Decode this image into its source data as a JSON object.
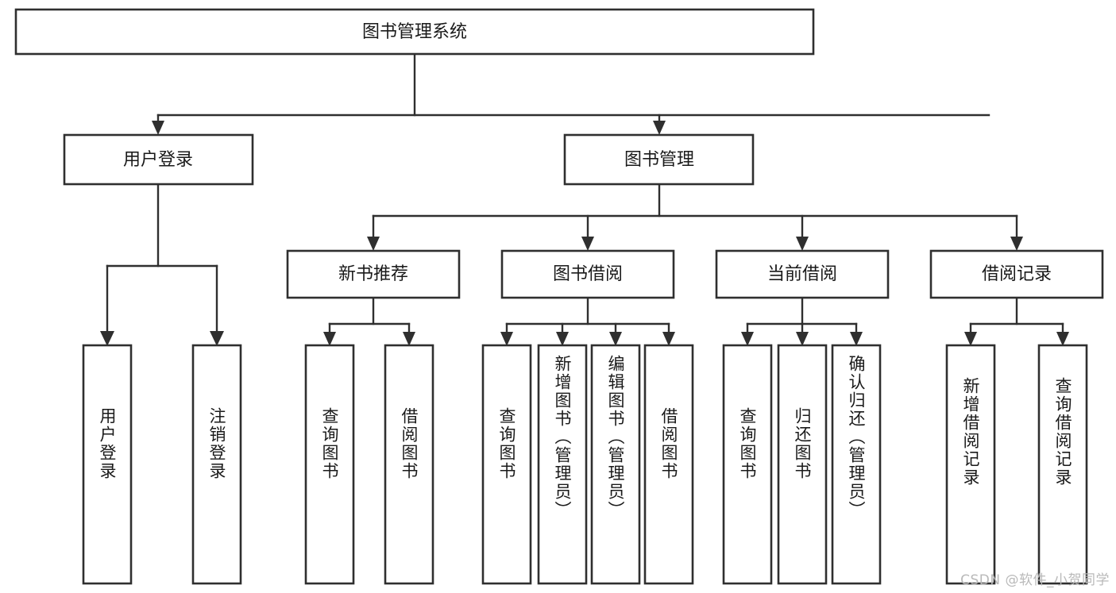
{
  "diagram": {
    "title": "图书管理系统",
    "type": "tree-hierarchy",
    "watermark": "CSDN @软件_小贺同学",
    "colors": {
      "box_stroke": "#2f2f2f",
      "box_fill": "#ffffff",
      "text": "#1a1a1a",
      "line": "#2f2f2f",
      "watermark": "#b9b9b9",
      "background": "#ffffff"
    },
    "root": {
      "label": "图书管理系统"
    },
    "level2": [
      {
        "label": "用户登录"
      },
      {
        "label": "图书管理"
      }
    ],
    "level3": [
      {
        "label": "新书推荐"
      },
      {
        "label": "图书借阅"
      },
      {
        "label": "当前借阅"
      },
      {
        "label": "借阅记录"
      }
    ],
    "leaves": {
      "user_login": [
        {
          "label": "用户登录"
        },
        {
          "label": "注销登录"
        }
      ],
      "new_book_recommend": [
        {
          "label": "查询图书"
        },
        {
          "label": "借阅图书"
        }
      ],
      "book_borrow": [
        {
          "label": "查询图书"
        },
        {
          "label": "新增图书（管理员）"
        },
        {
          "label": "编辑图书（管理员）"
        },
        {
          "label": "借阅图书"
        }
      ],
      "current_borrow": [
        {
          "label": "查询图书"
        },
        {
          "label": "归还图书"
        },
        {
          "label": "确认归还（管理员）"
        }
      ],
      "borrow_records": [
        {
          "label": "新增借阅记录"
        },
        {
          "label": "查询借阅记录"
        }
      ]
    }
  }
}
